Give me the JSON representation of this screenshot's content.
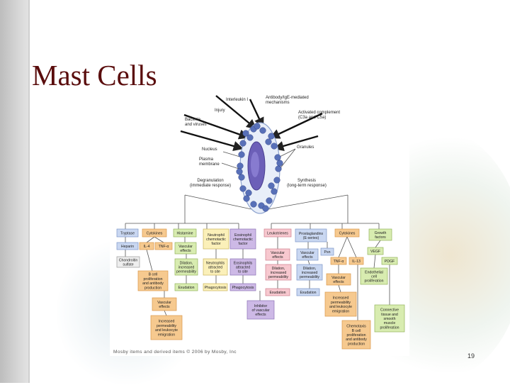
{
  "slide": {
    "title": "Mast Cells",
    "credit": "Mosby items and derived items © 2006 by Mosby, Inc",
    "page_number": "19"
  },
  "figure": {
    "stimuli": {
      "interleukin": "Interleukin I",
      "antibody": [
        "Antibody/IgE-mediated",
        "mechanisms"
      ],
      "injury": "Injury",
      "bacteria": [
        "Bacteria",
        "and viruses"
      ],
      "complement": [
        "Activated complement",
        "(C3a and C5a)"
      ]
    },
    "cell_labels": {
      "nucleus": "Nucleus",
      "plasma": [
        "Plasma",
        "membrane"
      ],
      "granules": "Granules"
    },
    "pathways": {
      "degranulation": [
        "Degranulation",
        "(immediate response)"
      ],
      "synthesis": [
        "Synthesis",
        "(long-term response)"
      ]
    },
    "boxes": {
      "tryptase": "Tryptase",
      "cytokines_l": "Cytokines",
      "histamine": "Histamine",
      "neutrophil_cf": [
        "Neutrophil",
        "chemotactic",
        "factor"
      ],
      "eosinophil_cf": [
        "Eosinophil",
        "chemotactic",
        "factor"
      ],
      "leukotrienes": "Leukotrienes",
      "prostaglandins": [
        "Prostaglandins",
        "(E-series)"
      ],
      "cytokines_r": "Cytokines",
      "growth": [
        "Growth",
        "factors"
      ],
      "heparin": "Heparin",
      "il4": "IL-4",
      "tnf_l": "TNF-α",
      "vascular1": [
        "Vascular",
        "effects"
      ],
      "chondroitin": [
        "Chondroitin",
        "sulfate"
      ],
      "bcell_l": [
        "B cell",
        "proliferation",
        "and antibody",
        "production"
      ],
      "dilation1": [
        "Dilation,",
        "increased",
        "permeability"
      ],
      "neut_attract": [
        "Neutrophils",
        "attracted",
        "to site"
      ],
      "eos_attract": [
        "Eosinophils",
        "attracted",
        "to site"
      ],
      "exudation1": "Exudation",
      "phago1": "Phagocytosis",
      "phago2": "Phagocytosis",
      "vascular_l2": [
        "Vascular",
        "effects"
      ],
      "increased_l": [
        "Increased",
        "permeability",
        "and leukocyte",
        "emigration"
      ],
      "inhibitor": [
        "Inhibitor",
        "of vascular",
        "effects"
      ],
      "vascular_lt": [
        "Vascular",
        "effects"
      ],
      "vascular_pg": [
        "Vascular",
        "effects"
      ],
      "psn": "Psn",
      "dilation2": [
        "Dilation,",
        "increased",
        "permeability"
      ],
      "dilation3": [
        "Dilation,",
        "increased",
        "permeability"
      ],
      "exudation2": "Exudation",
      "exudation3": "Exudation",
      "tnf_r": "TNF-α",
      "il13": "IL-13",
      "vegf": "VEGF",
      "pdgf": "PDGF",
      "vascular_r": [
        "Vascular",
        "effects"
      ],
      "endothelial": [
        "Endothelial",
        "cell",
        "proliferation"
      ],
      "increased_r": [
        "Increased",
        "permeability",
        "and leukocyte",
        "emigration"
      ],
      "connective": [
        "Connective",
        "tissue and",
        "smooth",
        "muscle",
        "proliferation"
      ],
      "chemotaxis": [
        "Chemotaxis",
        "B cell",
        "proliferation",
        "and antibody",
        "production"
      ]
    }
  }
}
